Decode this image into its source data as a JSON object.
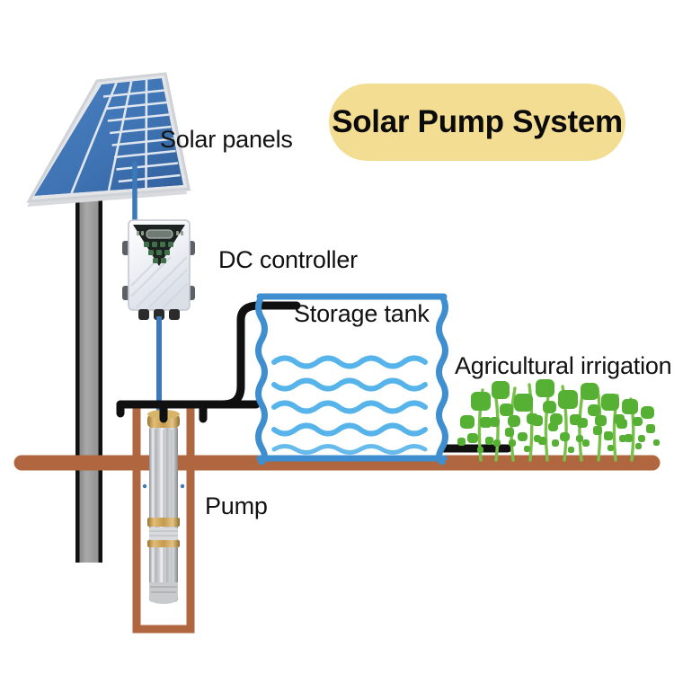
{
  "diagram": {
    "title": "Solar Pump System",
    "title_pill_color": "#f2dd92",
    "background_color": "#ffffff",
    "labels": {
      "solar_panels": "Solar panels",
      "dc_controller": "DC controller",
      "storage_tank": "Storage tank",
      "agricultural_irrigation": "Agricultural irrigation",
      "pump": "Pump"
    },
    "components": {
      "solar_panel": {
        "name": "solar-panel",
        "cell_color": "#3f74b4",
        "cell_color_dark": "#35639c",
        "frame_color": "#d8dade",
        "grid_rows": 9,
        "grid_cols": 4
      },
      "mounting_pole": {
        "name": "mounting-pole",
        "color": "#9a9a9a",
        "edge_color": "#141414"
      },
      "dc_controller": {
        "name": "dc-controller-box",
        "body_color": "#f2f4f7",
        "display_color": "#1d2321",
        "keypad_color": "#3f6b43",
        "connector_color": "#2b2b2b"
      },
      "storage_tank": {
        "name": "storage-tank",
        "wall_color": "#3f8fd0",
        "water_color": "#56b4ea",
        "water_lines": 5
      },
      "pump": {
        "name": "submersible-pump",
        "body_color": "#c9cacc",
        "brass_color": "#c79a4d"
      },
      "well": {
        "name": "well-shaft",
        "color": "#b0663f"
      },
      "ground": {
        "name": "ground-line",
        "color": "#b0663f"
      },
      "crops": {
        "name": "crop-field",
        "leaf_color": "#56b033",
        "stem_color": "#7cc14a",
        "count": 9
      },
      "pipes": {
        "name": "water-pipe",
        "color": "#101010"
      },
      "cables": {
        "name": "dc-cable",
        "color": "#3c79b8"
      }
    }
  }
}
